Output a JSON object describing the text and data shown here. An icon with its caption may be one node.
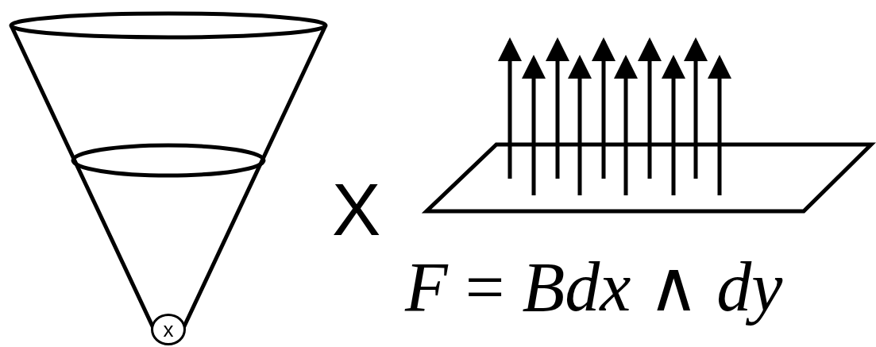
{
  "diagram": {
    "nodes": [
      {
        "text": [
          "x"
        ]
      }
    ],
    "labels": [
      "X",
      "*F* = *Bdx* ∧ *dy*"
    ]
  }
}
